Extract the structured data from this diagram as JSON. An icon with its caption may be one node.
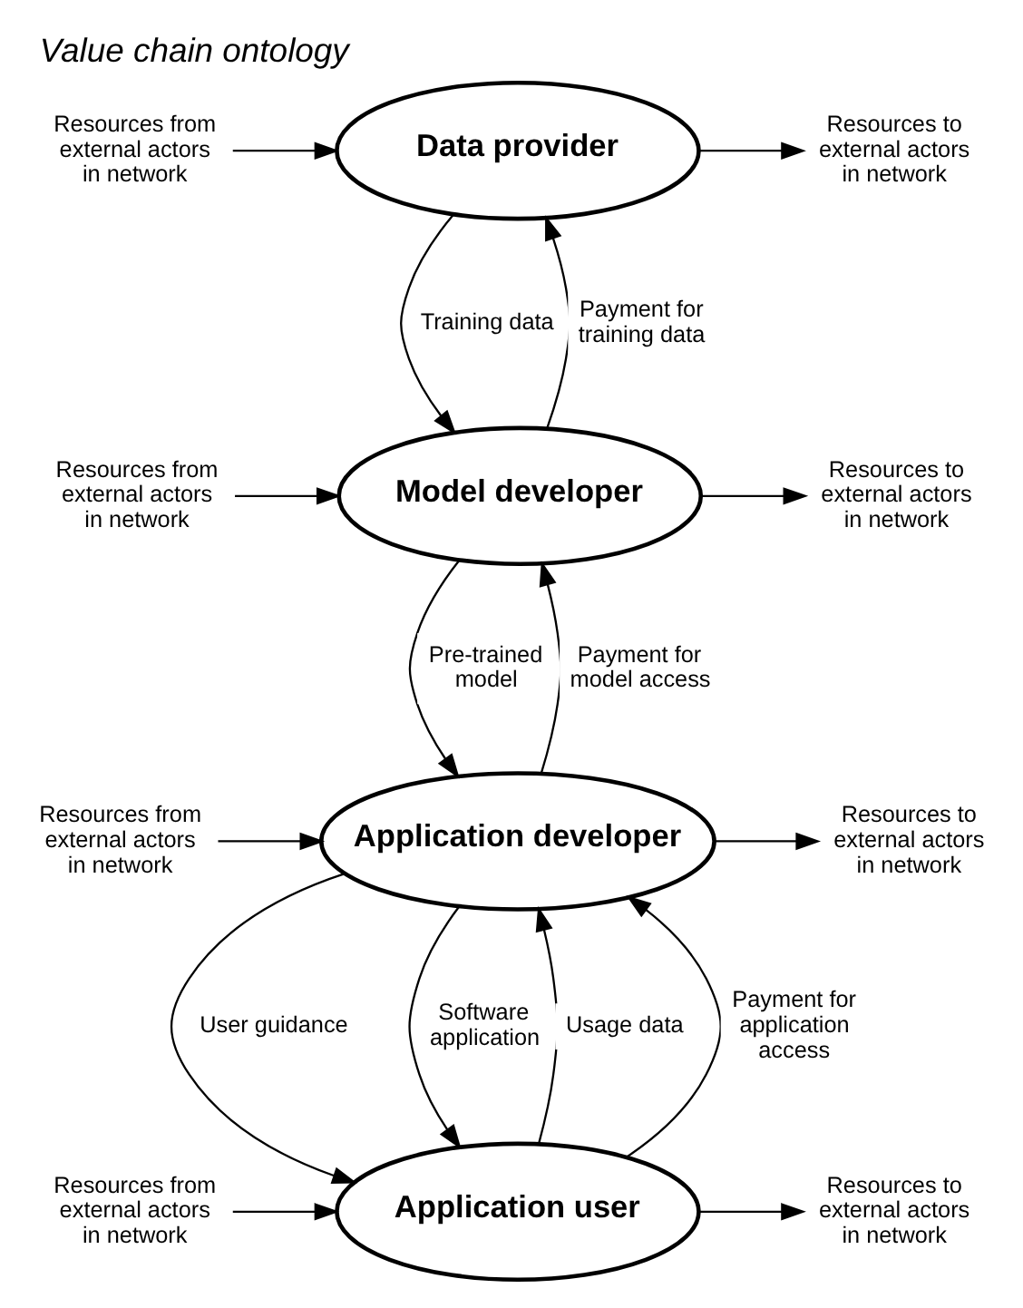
{
  "diagram": {
    "title": "Value chain ontology",
    "nodes": [
      {
        "text": [
          "Resources from external actors in network"
        ]
      },
      {
        "text": [
          "Data provider"
        ]
      },
      {
        "text": [
          "Resources to external actors in network"
        ]
      },
      {
        "text": [
          "Resources from external actors in network"
        ]
      },
      {
        "text": [
          "Model developer"
        ]
      },
      {
        "text": [
          "Resources to external actors in network"
        ]
      },
      {
        "text": [
          "Resources from external actors in network"
        ]
      },
      {
        "text": [
          "Application developer"
        ]
      },
      {
        "text": [
          "Resources to external actors in network"
        ]
      },
      {
        "text": [
          "Resources from external actors in network"
        ]
      },
      {
        "text": [
          "Application user"
        ]
      },
      {
        "text": [
          "Resources to external actors in network"
        ]
      }
    ],
    "edges": [
      {
        "from": 0,
        "to": 1,
        "arrow": "to"
      },
      {
        "from": 1,
        "to": 2,
        "arrow": "to"
      },
      {
        "from": 1,
        "to": 4,
        "arrow": "to",
        "label": "Training data"
      },
      {
        "from": 4,
        "to": 1,
        "arrow": "to",
        "label": "Payment for training data"
      },
      {
        "from": 3,
        "to": 4,
        "arrow": "to"
      },
      {
        "from": 4,
        "to": 5,
        "arrow": "to"
      },
      {
        "from": 4,
        "to": 7,
        "arrow": "to",
        "label": "Pre-trained model"
      },
      {
        "from": 7,
        "to": 4,
        "arrow": "to",
        "label": "Payment for model access"
      },
      {
        "from": 6,
        "to": 7,
        "arrow": "to"
      },
      {
        "from": 7,
        "to": 8,
        "arrow": "to"
      },
      {
        "from": 7,
        "to": 10,
        "arrow": "to",
        "label": "User guidance"
      },
      {
        "from": 7,
        "to": 10,
        "arrow": "to",
        "label": "Software application"
      },
      {
        "from": 10,
        "to": 7,
        "arrow": "to",
        "label": "Usage data"
      },
      {
        "from": 10,
        "to": 7,
        "arrow": "to",
        "label": "Payment for application access"
      },
      {
        "from": 9,
        "to": 10,
        "arrow": "to"
      },
      {
        "from": 10,
        "to": 11,
        "arrow": "to"
      }
    ]
  }
}
